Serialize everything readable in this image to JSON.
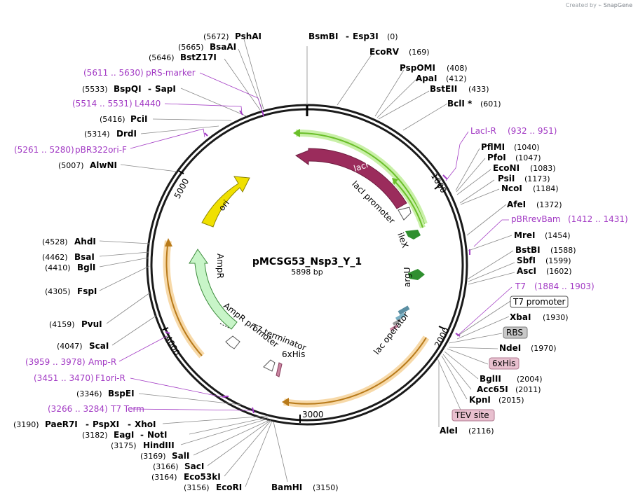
{
  "credit": {
    "prefix": "Created by",
    "brand": "SnapGene"
  },
  "plasmid": {
    "name": "pMCSG53_Nsp3_Y_1",
    "length_label": "5898 bp",
    "length": 5898
  },
  "colors": {
    "lacI": "#9b2c5c",
    "ori": "#f0e000",
    "ampR": "#c8f5c8",
    "primer": "#a23ac4",
    "orf_highlight": "#f7c984",
    "green_highlight": "#9ce06c",
    "promoter_arrow": "#2f8f2f"
  },
  "ruler": [
    {
      "label": "1000",
      "pos": 1000
    },
    {
      "label": "2000",
      "pos": 2000
    },
    {
      "label": "3000",
      "pos": 3000
    },
    {
      "label": "4000",
      "pos": 4000
    },
    {
      "label": "5000",
      "pos": 5000
    }
  ],
  "features_labels": {
    "lacI": "lacI",
    "lacI_promoter": "lacI promoter",
    "ileX": "ileX",
    "argU": "argU",
    "lac_operator": "lac operator",
    "ori": "ori",
    "AmpR": "AmpR",
    "AmpR_promoter": "AmpR promoter",
    "T7_terminator": "T7 terminator",
    "his6": "6xHis"
  },
  "sites_right": [
    {
      "name": "BsmBI",
      "extra": "Esp3I",
      "pos": "(0)"
    },
    {
      "name": "EcoRV",
      "pos": "(169)"
    },
    {
      "name": "PspOMI",
      "pos": "(408)"
    },
    {
      "name": "ApaI",
      "pos": "(412)"
    },
    {
      "name": "BstEII",
      "pos": "(433)"
    },
    {
      "name": "BclI *",
      "pos": "(601)"
    },
    {
      "name": "LacI-R",
      "pos": "(932 .. 951)",
      "primer": true
    },
    {
      "name": "PflMI",
      "pos": "(1040)"
    },
    {
      "name": "PfoI",
      "pos": "(1047)"
    },
    {
      "name": "EcoNI",
      "pos": "(1083)"
    },
    {
      "name": "PsiI",
      "pos": "(1173)"
    },
    {
      "name": "NcoI",
      "pos": "(1184)"
    },
    {
      "name": "AfeI",
      "pos": "(1372)"
    },
    {
      "name": "pBRrevBam",
      "pos": "(1412 .. 1431)",
      "primer": true
    },
    {
      "name": "MreI",
      "pos": "(1454)"
    },
    {
      "name": "BstBI",
      "pos": "(1588)"
    },
    {
      "name": "SbfI",
      "pos": "(1599)"
    },
    {
      "name": "AscI",
      "pos": "(1602)"
    },
    {
      "name": "T7",
      "pos": "(1884 .. 1903)",
      "primer": true
    },
    {
      "name": "T7 promoter",
      "boxed": "promoter"
    },
    {
      "name": "XbaI",
      "pos": "(1930)"
    },
    {
      "name": "RBS",
      "boxed": "rbs"
    },
    {
      "name": "NdeI",
      "pos": "(1970)"
    },
    {
      "name": "6xHis",
      "boxed": "tag"
    },
    {
      "name": "BglII",
      "pos": "(2004)"
    },
    {
      "name": "Acc65I",
      "pos": "(2011)"
    },
    {
      "name": "KpnI",
      "pos": "(2015)"
    },
    {
      "name": "TEV site",
      "boxed": "tag"
    },
    {
      "name": "AleI",
      "pos": "(2116)"
    }
  ],
  "sites_left": [
    {
      "name": "PshAI",
      "pos": "(5672)"
    },
    {
      "name": "BsaAI",
      "pos": "(5665)"
    },
    {
      "name": "BstZ17I",
      "pos": "(5646)"
    },
    {
      "name": "pRS-marker",
      "pos": "(5611 .. 5630)",
      "primer": true
    },
    {
      "name": "BspQI",
      "extra": "SapI",
      "pos": "(5533)"
    },
    {
      "name": "L4440",
      "pos": "(5514 .. 5531)",
      "primer": true
    },
    {
      "name": "PciI",
      "pos": "(5416)"
    },
    {
      "name": "DrdI",
      "pos": "(5314)"
    },
    {
      "name": "pBR322ori-F",
      "pos": "(5261 .. 5280)",
      "primer": true
    },
    {
      "name": "AlwNI",
      "pos": "(5007)"
    },
    {
      "name": "AhdI",
      "pos": "(4528)"
    },
    {
      "name": "BsaI",
      "pos": "(4462)"
    },
    {
      "name": "BglI",
      "pos": "(4410)"
    },
    {
      "name": "FspI",
      "pos": "(4305)"
    },
    {
      "name": "PvuI",
      "pos": "(4159)"
    },
    {
      "name": "ScaI",
      "pos": "(4047)"
    },
    {
      "name": "Amp-R",
      "pos": "(3959 .. 3978)",
      "primer": true
    },
    {
      "name": "F1ori-R",
      "pos": "(3451 .. 3470)",
      "primer": true
    },
    {
      "name": "BspEI",
      "pos": "(3346)"
    },
    {
      "name": "T7 Term",
      "pos": "(3266 .. 3284)",
      "primer": true
    },
    {
      "name": "PaeR7I",
      "extra": "PspXI",
      "extra2": "XhoI",
      "pos": "(3190)"
    },
    {
      "name": "EagI",
      "extra": "NotI",
      "pos": "(3182)"
    },
    {
      "name": "HindIII",
      "pos": "(3175)"
    },
    {
      "name": "SalI",
      "pos": "(3169)"
    },
    {
      "name": "SacI",
      "pos": "(3166)"
    },
    {
      "name": "Eco53kI",
      "pos": "(3164)"
    },
    {
      "name": "EcoRI",
      "pos": "(3156)"
    },
    {
      "name": "BamHI",
      "pos": "(3150)"
    }
  ]
}
